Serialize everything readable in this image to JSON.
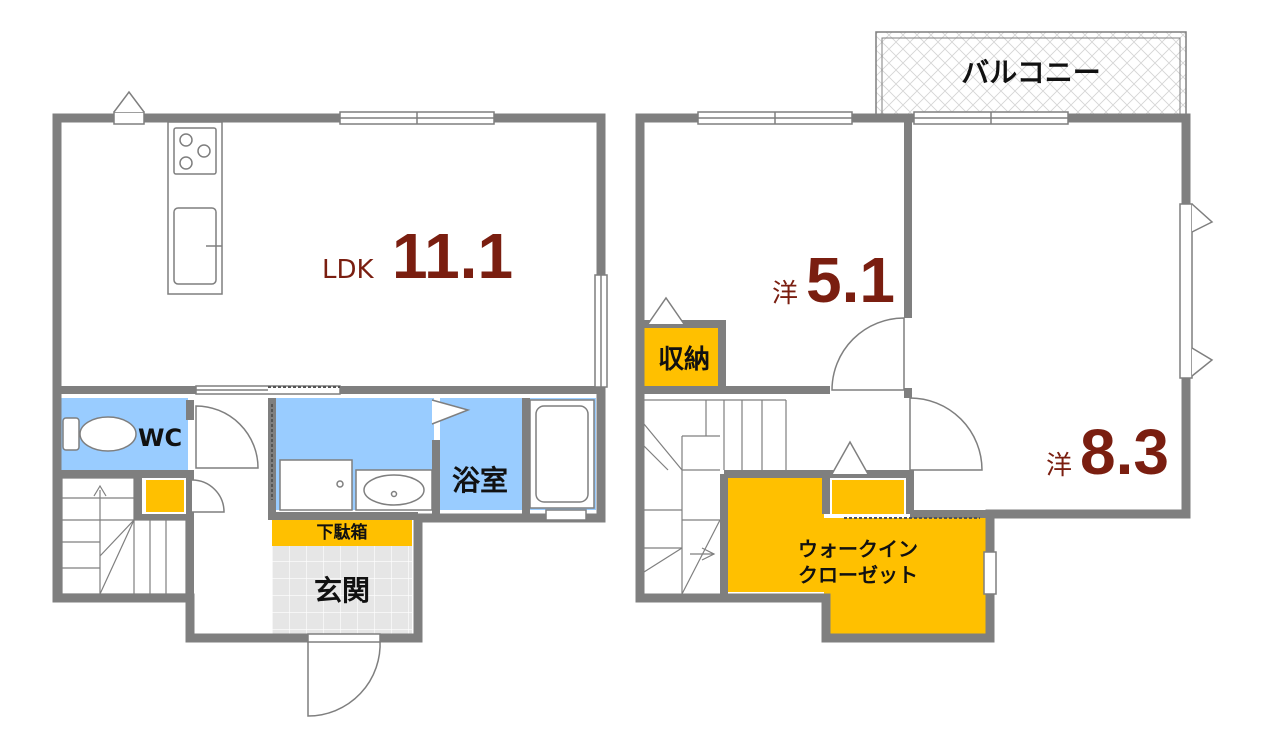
{
  "floor1": {
    "ldk": {
      "name": "LDK",
      "size": "11.1"
    },
    "wc": "WC",
    "bath": "浴室",
    "shoe_box": "下駄箱",
    "entrance": "玄関"
  },
  "floor2": {
    "western1": {
      "name": "洋",
      "size": "5.1"
    },
    "western2": {
      "name": "洋",
      "size": "8.3"
    },
    "storage": "収納",
    "walk_in_closet": {
      "line1": "ウォークイン",
      "line2": "クローゼット"
    },
    "balcony": "バルコニー"
  },
  "colors": {
    "wall": "#7f7f7f",
    "wet_area": "#99ccff",
    "storage": "#ffc000",
    "tile": "#e6e6e6",
    "area_text": "#7a1e10"
  }
}
